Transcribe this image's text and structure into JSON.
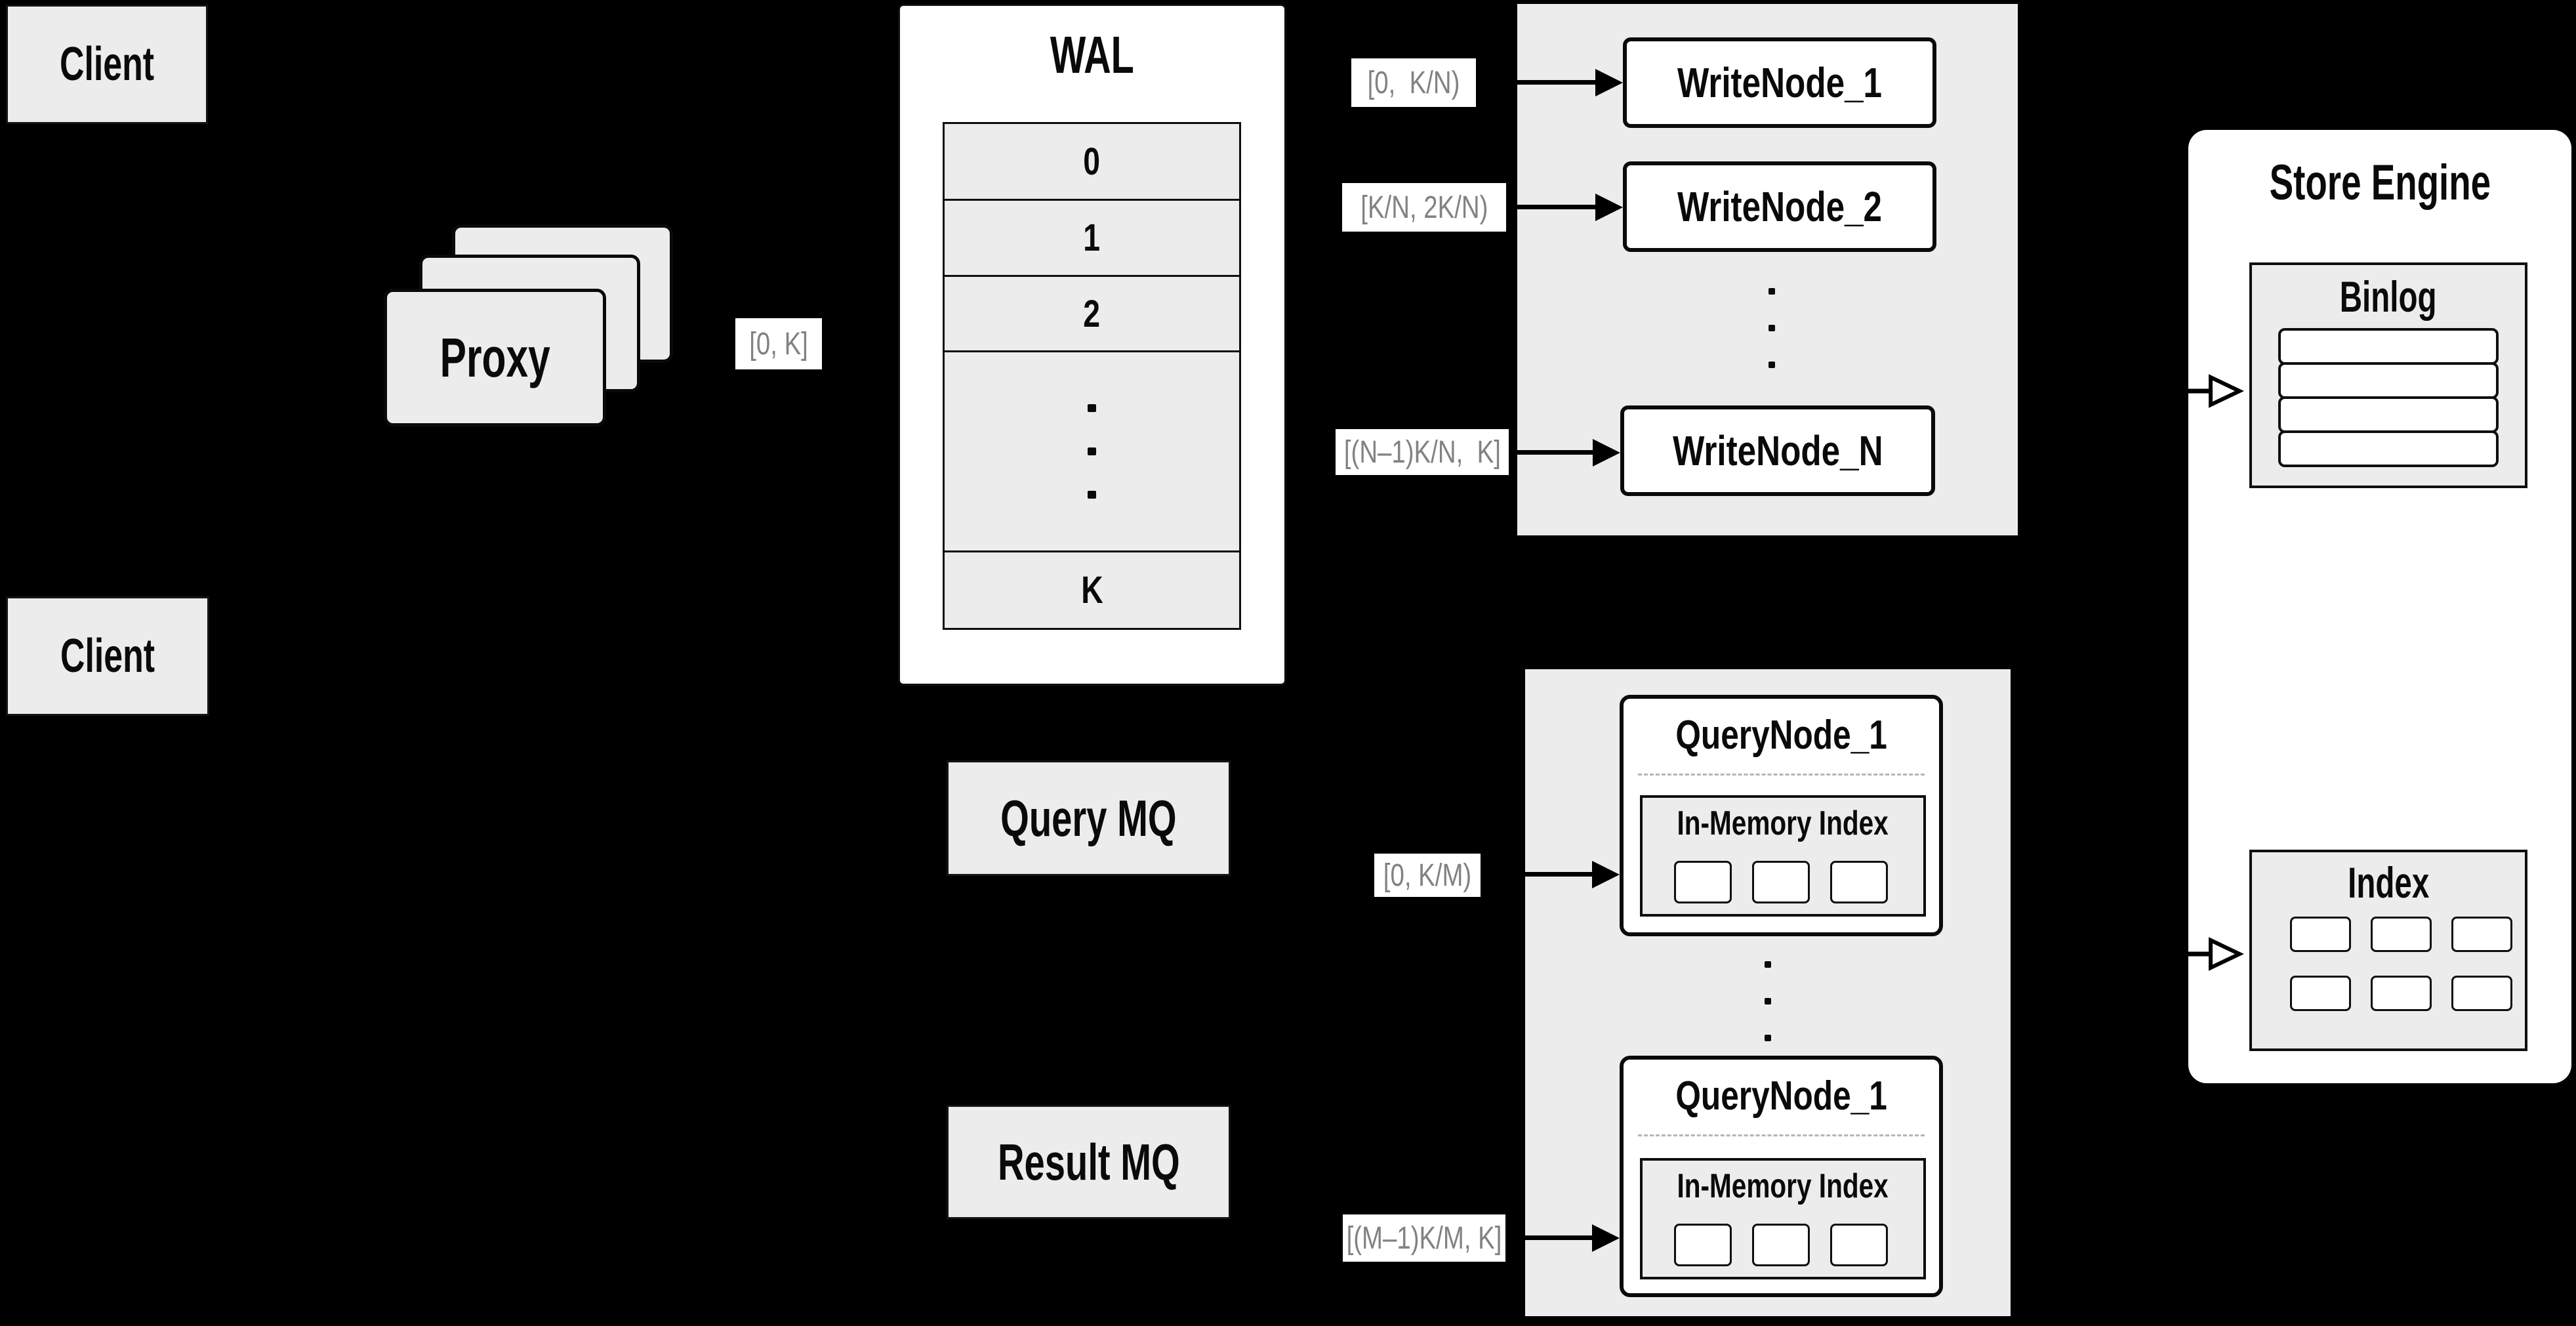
{
  "colors": {
    "background": "#000000",
    "panel_fill": "#ececec",
    "box_fill": "#ffffff",
    "border": "#0f0f0f",
    "range_label_text": "#828282",
    "dashed_divider": "#b5b5b5"
  },
  "clients": {
    "top_label": "Client",
    "bottom_label": "Client"
  },
  "proxy": {
    "label": "Proxy"
  },
  "range_labels": {
    "proxy_to_wal": "[0, K]",
    "write_1": "[0,  K/N)",
    "write_2": "[K/N, 2K/N)",
    "write_n": "[(N–1)K/N,  K]",
    "query_1": "[0, K/M)",
    "query_m": "[(M–1)K/M, K]"
  },
  "wal": {
    "title": "WAL",
    "rows": [
      "0",
      "1",
      "2",
      "K"
    ]
  },
  "write_nodes": {
    "node1": "WriteNode_1",
    "node2": "WriteNode_2",
    "nodeN": "WriteNode_N"
  },
  "mq": {
    "query": "Query MQ",
    "result": "Result MQ"
  },
  "query_nodes": {
    "node1": {
      "title": "QueryNode_1",
      "index_title": "In-Memory Index"
    },
    "node2": {
      "title": "QueryNode_1",
      "index_title": "In-Memory Index"
    }
  },
  "store_engine": {
    "title": "Store Engine",
    "binlog_title": "Binlog",
    "index_title": "Index"
  }
}
